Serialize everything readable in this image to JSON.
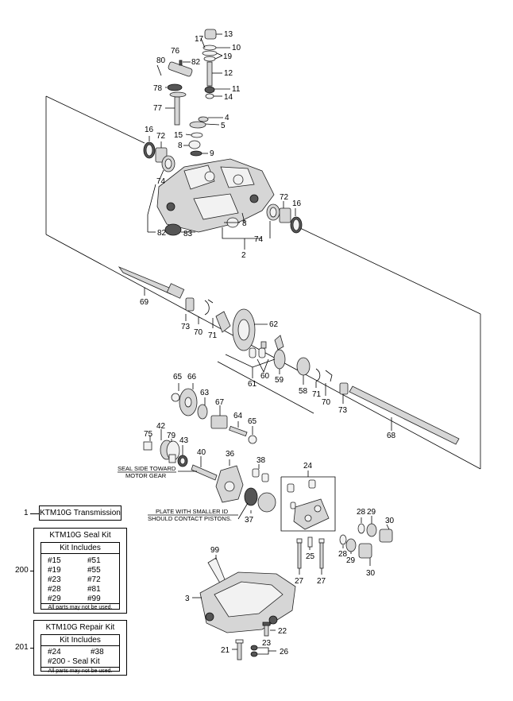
{
  "callouts": {
    "p13": "13",
    "p17": "17",
    "p10": "10",
    "p19": "19",
    "p82a": "82",
    "p80": "80",
    "p76": "76",
    "p12": "12",
    "p78": "78",
    "p11": "11",
    "p14": "14",
    "p77": "77",
    "p4": "4",
    "p5": "5",
    "p15": "15",
    "p8a": "8",
    "p9": "9",
    "p16a": "16",
    "p72a": "72",
    "p74a": "74",
    "p72b": "72",
    "p16b": "16",
    "p8b": "8",
    "p82b": "82",
    "p83": "83",
    "p74b": "74",
    "p2": "2",
    "p69": "69",
    "p73a": "73",
    "p70a": "70",
    "p71a": "71",
    "p62": "62",
    "p60": "60",
    "p61": "61",
    "p59": "59",
    "p58": "58",
    "p71b": "71",
    "p70b": "70",
    "p73b": "73",
    "p65a": "65",
    "p66": "66",
    "p63": "63",
    "p67": "67",
    "p64": "64",
    "p65b": "65",
    "p68": "68",
    "p75": "75",
    "p42": "42",
    "p79": "79",
    "p43": "43",
    "p40": "40",
    "p36": "36",
    "p38": "38",
    "p24": "24",
    "p37": "37",
    "p28a": "28",
    "p29a": "29",
    "p30a": "30",
    "p28b": "28",
    "p29b": "29",
    "p30b": "30",
    "p25": "25",
    "p27a": "27",
    "p27b": "27",
    "p99": "99",
    "p3": "3",
    "p22": "22",
    "p21": "21",
    "p23": "23",
    "p26": "26"
  },
  "notes": {
    "seal_side_1": "SEAL SIDE TOWARD",
    "seal_side_2": "MOTOR GEAR",
    "plate_1": "PLATE WITH SMALLER ID",
    "plate_2": "SHOULD CONTACT PISTONS."
  },
  "legend": {
    "transmission": {
      "ref": "1",
      "title": "KTM10G Transmission"
    },
    "seal_kit": {
      "ref": "200",
      "title": "KTM10G Seal Kit",
      "includes_label": "Kit Includes",
      "items": [
        [
          "#15",
          "#51"
        ],
        [
          "#19",
          "#55"
        ],
        [
          "#23",
          "#72"
        ],
        [
          "#28",
          "#81"
        ],
        [
          "#29",
          "#99"
        ]
      ],
      "footnote": "All parts may not be used."
    },
    "repair_kit": {
      "ref": "201",
      "title": "KTM10G Repair Kit",
      "includes_label": "Kit Includes",
      "items": [
        [
          "#24",
          "#38"
        ],
        [
          "#200 - Seal Kit",
          ""
        ]
      ],
      "footnote": "All parts may not be used."
    }
  }
}
